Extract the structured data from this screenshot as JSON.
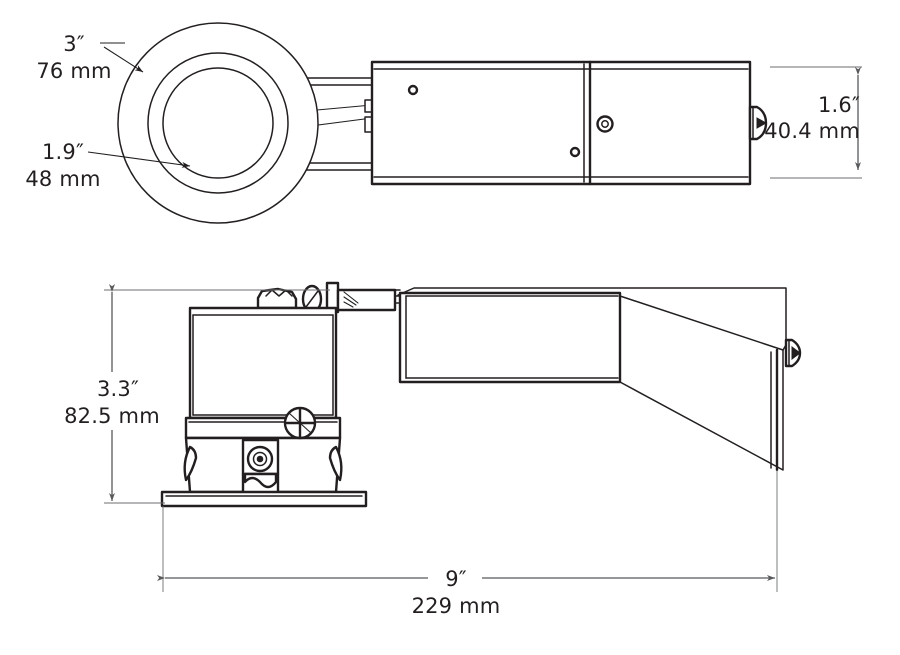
{
  "document": {
    "type": "technical-dimension-drawing",
    "subject": "Recessed downlight housing with junction box and mounting bracket",
    "background_color": "#ffffff",
    "line_color": "#231f20",
    "dimension_line_color": "#58595b"
  },
  "views": {
    "top": {
      "name": "top-view",
      "label": "",
      "components": [
        "round-trim-ring",
        "inner-aperture-ring",
        "bracket-arms",
        "junction-box",
        "junction-box-divider",
        "knockout-holes",
        "end-clip"
      ]
    },
    "side": {
      "name": "side-view",
      "label": "",
      "components": [
        "cylindrical-can-housing",
        "trim-flange",
        "socket-assembly",
        "phillips-screw",
        "torsion-spring-clips",
        "top-mounting-clip",
        "junction-box-profile",
        "angled-bracket-arm",
        "bracket-end-clip"
      ]
    }
  },
  "dimensions": {
    "aperture_outer": {
      "name": "outer-diameter",
      "imperial": "3″",
      "metric": "76 mm",
      "applies_to": "top-view-outer-trim-circle",
      "leader": "arrow-to-outer-circle"
    },
    "aperture_inner": {
      "name": "inner-aperture-diameter",
      "imperial": "1.9″",
      "metric": "48 mm",
      "applies_to": "top-view-inner-circle",
      "leader": "arrow-to-inner-circle"
    },
    "junction_box_height": {
      "name": "junction-box-height",
      "imperial": "1.6″",
      "metric": "40.4 mm",
      "applies_to": "top-view-junction-box-width",
      "leader": "double-arrow-vertical"
    },
    "housing_height": {
      "name": "housing-height",
      "imperial": "3.3″",
      "metric": "82.5 mm",
      "applies_to": "side-view-can-height",
      "leader": "double-arrow-vertical"
    },
    "overall_length": {
      "name": "overall-length",
      "imperial": "9″",
      "metric": "229 mm",
      "applies_to": "side-view-total-length",
      "leader": "double-arrow-horizontal"
    }
  }
}
